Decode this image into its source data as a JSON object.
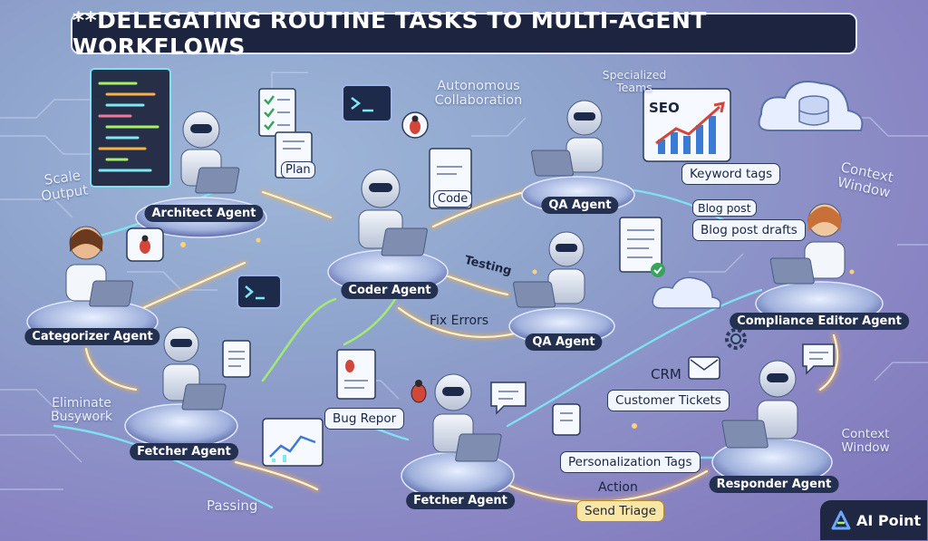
{
  "title": "**DELEGATING ROUTINE TASKS TO MULTI-AGENT WORKFLOWS",
  "captions": {
    "scale_output": "Scale Output",
    "autonomous_collaboration": "Autonomous Collaboration",
    "specialized_teams": "Specialized Teams",
    "context_window_top": "Context Window",
    "context_window_bottom": "Context Window",
    "eliminate_busywork": "Eliminate Busywork",
    "passing": "Passing",
    "testing": "Testing",
    "fix_errors": "Fix Errors",
    "crm": "CRM",
    "action": "Action"
  },
  "agents": {
    "architect": "Architect Agent",
    "coder": "Coder Agent",
    "qa_top": "QA Agent",
    "qa_mid": "QA Agent",
    "categorizer": "Categorizer Agent",
    "fetcher_left": "Fetcher Agent",
    "fetcher_bottom": "Fetcher Agent",
    "compliance_editor": "Compliance Editor Agent",
    "responder": "Responder Agent"
  },
  "bubbles": {
    "plan": "Plan",
    "code": "Code",
    "seo": "SEO",
    "keyword_tags": "Keyword tags",
    "blog_post": "Blog post",
    "blog_post_drafts": "Blog post drafts",
    "bug_report": "Bug Repor",
    "customer_tickets": "Customer Tickets",
    "personalization_tags": "Personalization Tags",
    "send_triage": "Send Triage"
  },
  "logo": {
    "text": "AI Point",
    "icon": "ai-point-logo-icon"
  },
  "colors": {
    "title_bg": "#1c2440",
    "flow_glow": "#f5b04a",
    "flow_cyan": "#7ee8f5",
    "flow_green": "#a6f06b"
  }
}
